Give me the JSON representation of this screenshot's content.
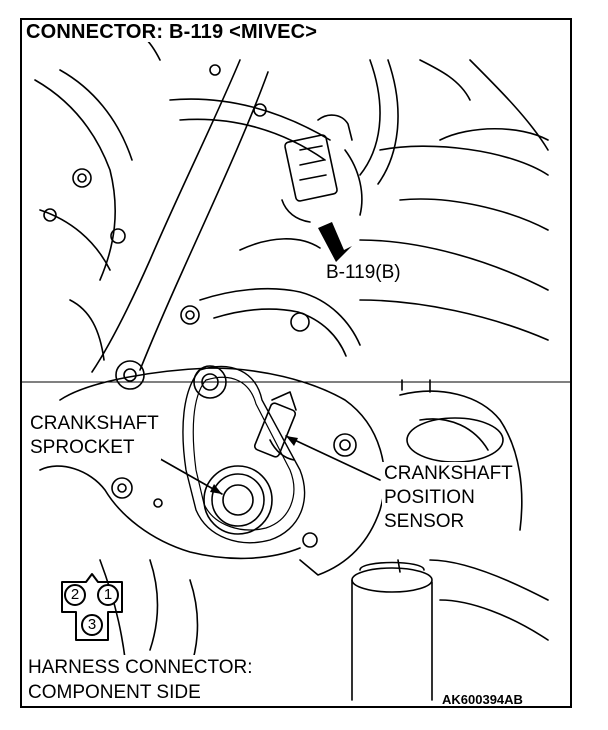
{
  "title": "CONNECTOR: B-119 <MIVEC>",
  "connector_callout": "B-119(B)",
  "crankshaft_sprocket": [
    "CRANKSHAFT",
    "SPROCKET"
  ],
  "crankshaft_position_sensor": [
    "CRANKSHAFT",
    "POSITION",
    "SENSOR"
  ],
  "harness_connector": [
    "HARNESS CONNECTOR:",
    "COMPONENT SIDE"
  ],
  "pins": [
    "2",
    "1",
    "3"
  ],
  "figure_code": "AK600394AB",
  "colors": {
    "line": "#000000",
    "background": "#ffffff"
  }
}
